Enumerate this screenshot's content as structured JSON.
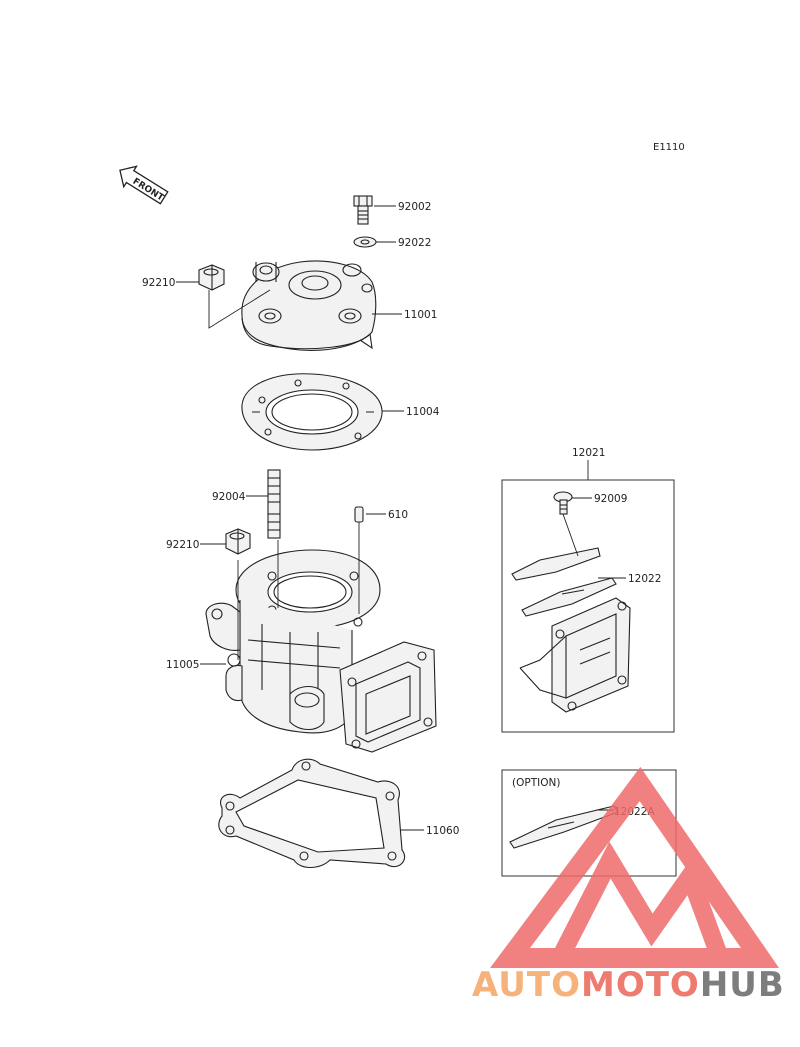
{
  "diagram_code": "E1110",
  "front_indicator": "FRONT",
  "part_labels": {
    "p92002": "92002",
    "p92022": "92022",
    "p92210_top": "92210",
    "p11001": "11001",
    "p11004": "11004",
    "p92004": "92004",
    "p610": "610",
    "p92210_bottom": "92210",
    "p11005": "11005",
    "p11060": "11060",
    "p12021": "12021",
    "p92009": "92009",
    "p12022": "12022",
    "p12022A": "12022A"
  },
  "option_label": "(OPTION)",
  "watermark": {
    "part1": "AUTO",
    "part2": "MOTO",
    "part3": "HUB",
    "colors": {
      "auto": "#f5b27a",
      "moto": "#ee7b6f",
      "hub": "#7d7d7d",
      "logo": "#ef6a6a"
    }
  }
}
